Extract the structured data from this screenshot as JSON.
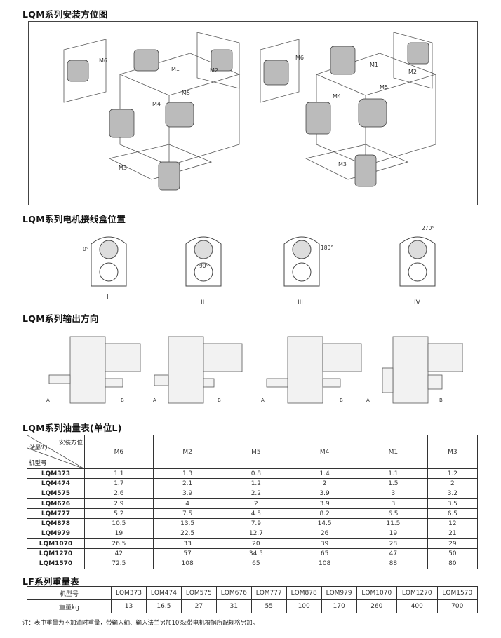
{
  "section1": {
    "title": "LQM系列安装方位图",
    "labels": [
      "M6",
      "M1",
      "M2",
      "M5",
      "M4",
      "M3"
    ]
  },
  "section2": {
    "title": "LQM系列电机接线盒位置",
    "angles": [
      "0°",
      "90°",
      "180°",
      "270°"
    ],
    "numerals": [
      "I",
      "II",
      "III",
      "IV"
    ]
  },
  "section3": {
    "title": "LQM系列输出方向",
    "a": "A",
    "b": "B"
  },
  "oil_table": {
    "title": "LQM系列油量表(单位L)",
    "corner_top": "安装方位",
    "corner_mid": "油量(L)",
    "corner_bottom": "机型号",
    "columns": [
      "M6",
      "M2",
      "M5",
      "M4",
      "M1",
      "M3"
    ],
    "rows": [
      {
        "model": "LQM373",
        "values": [
          "1.1",
          "1.3",
          "0.8",
          "1.4",
          "1.1",
          "1.2"
        ]
      },
      {
        "model": "LQM474",
        "values": [
          "1.7",
          "2.1",
          "1.2",
          "2",
          "1.5",
          "2"
        ]
      },
      {
        "model": "LQM575",
        "values": [
          "2.6",
          "3.9",
          "2.2",
          "3.9",
          "3",
          "3.2"
        ]
      },
      {
        "model": "LQM676",
        "values": [
          "2.9",
          "4",
          "2",
          "3.9",
          "3",
          "3.5"
        ]
      },
      {
        "model": "LQM777",
        "values": [
          "5.2",
          "7.5",
          "4.5",
          "8.2",
          "6.5",
          "6.5"
        ]
      },
      {
        "model": "LQM878",
        "values": [
          "10.5",
          "13.5",
          "7.9",
          "14.5",
          "11.5",
          "12"
        ]
      },
      {
        "model": "LQM979",
        "values": [
          "19",
          "22.5",
          "12.7",
          "26",
          "19",
          "21"
        ]
      },
      {
        "model": "LQM1070",
        "values": [
          "26.5",
          "33",
          "20",
          "39",
          "28",
          "29"
        ]
      },
      {
        "model": "LQM1270",
        "values": [
          "42",
          "57",
          "34.5",
          "65",
          "47",
          "50"
        ]
      },
      {
        "model": "LQM1570",
        "values": [
          "72.5",
          "108",
          "65",
          "108",
          "88",
          "80"
        ]
      }
    ]
  },
  "weight_table": {
    "title": "LF系列重量表",
    "model_label": "机型号",
    "weight_label": "重量kg",
    "models": [
      "LQM373",
      "LQM474",
      "LQM575",
      "LQM676",
      "LQM777",
      "LQM878",
      "LQM979",
      "LQM1070",
      "LQM1270",
      "LQM1570"
    ],
    "weights": [
      "13",
      "16.5",
      "27",
      "31",
      "55",
      "100",
      "170",
      "260",
      "400",
      "700"
    ]
  },
  "note": "注：表中重量为不加油时重量，带输入轴、输入法兰另加10%;带电机根据所配规格另加。"
}
